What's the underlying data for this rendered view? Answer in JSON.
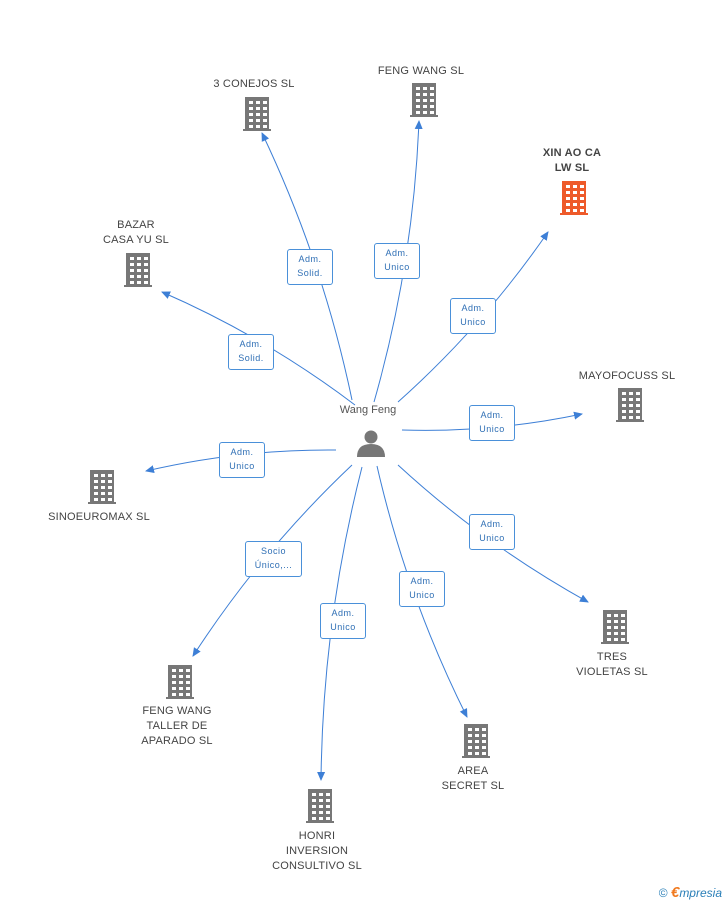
{
  "person": {
    "name": "Wang Feng",
    "icon": "person-icon",
    "color": "#777777"
  },
  "colors": {
    "edge": "#3d7fd6",
    "building": "#777777",
    "highlight": "#ee5a2a"
  },
  "companies": [
    {
      "id": "c1",
      "name": "3 CONEJOS SL",
      "highlight": false,
      "icon": "building-icon"
    },
    {
      "id": "c2",
      "name": "FENG WANG SL",
      "highlight": false,
      "icon": "building-icon"
    },
    {
      "id": "c3",
      "name": "XIN AO CA\nLW SL",
      "highlight": true,
      "icon": "building-icon"
    },
    {
      "id": "c4",
      "name": "BAZAR\nCASA YU SL",
      "highlight": false,
      "icon": "building-icon"
    },
    {
      "id": "c5",
      "name": "MAYOFOCUSS SL",
      "highlight": false,
      "icon": "building-icon"
    },
    {
      "id": "c6",
      "name": "SINOEUROMAX SL",
      "highlight": false,
      "icon": "building-icon"
    },
    {
      "id": "c7",
      "name": "TRES\nVIOLETAS SL",
      "highlight": false,
      "icon": "building-icon"
    },
    {
      "id": "c8",
      "name": "FENG WANG\nTALLER DE\nAPARADO SL",
      "highlight": false,
      "icon": "building-icon"
    },
    {
      "id": "c9",
      "name": "AREA\nSECRET SL",
      "highlight": false,
      "icon": "building-icon"
    },
    {
      "id": "c10",
      "name": "HONRI\nINVERSION\nCONSULTIVO SL",
      "highlight": false,
      "icon": "building-icon"
    }
  ],
  "roles": [
    "Adm.\nSolid.",
    "Adm.\nUnico",
    "Adm.\nUnico",
    "Adm.\nSolid.",
    "Adm.\nUnico",
    "Adm.\nUnico",
    "Adm.\nUnico",
    "Socio\nÚnico,...",
    "Adm.\nUnico",
    "Adm.\nUnico"
  ],
  "footer": {
    "copyright": "©",
    "brand_e": "€",
    "brand_rest": "mpresia"
  }
}
